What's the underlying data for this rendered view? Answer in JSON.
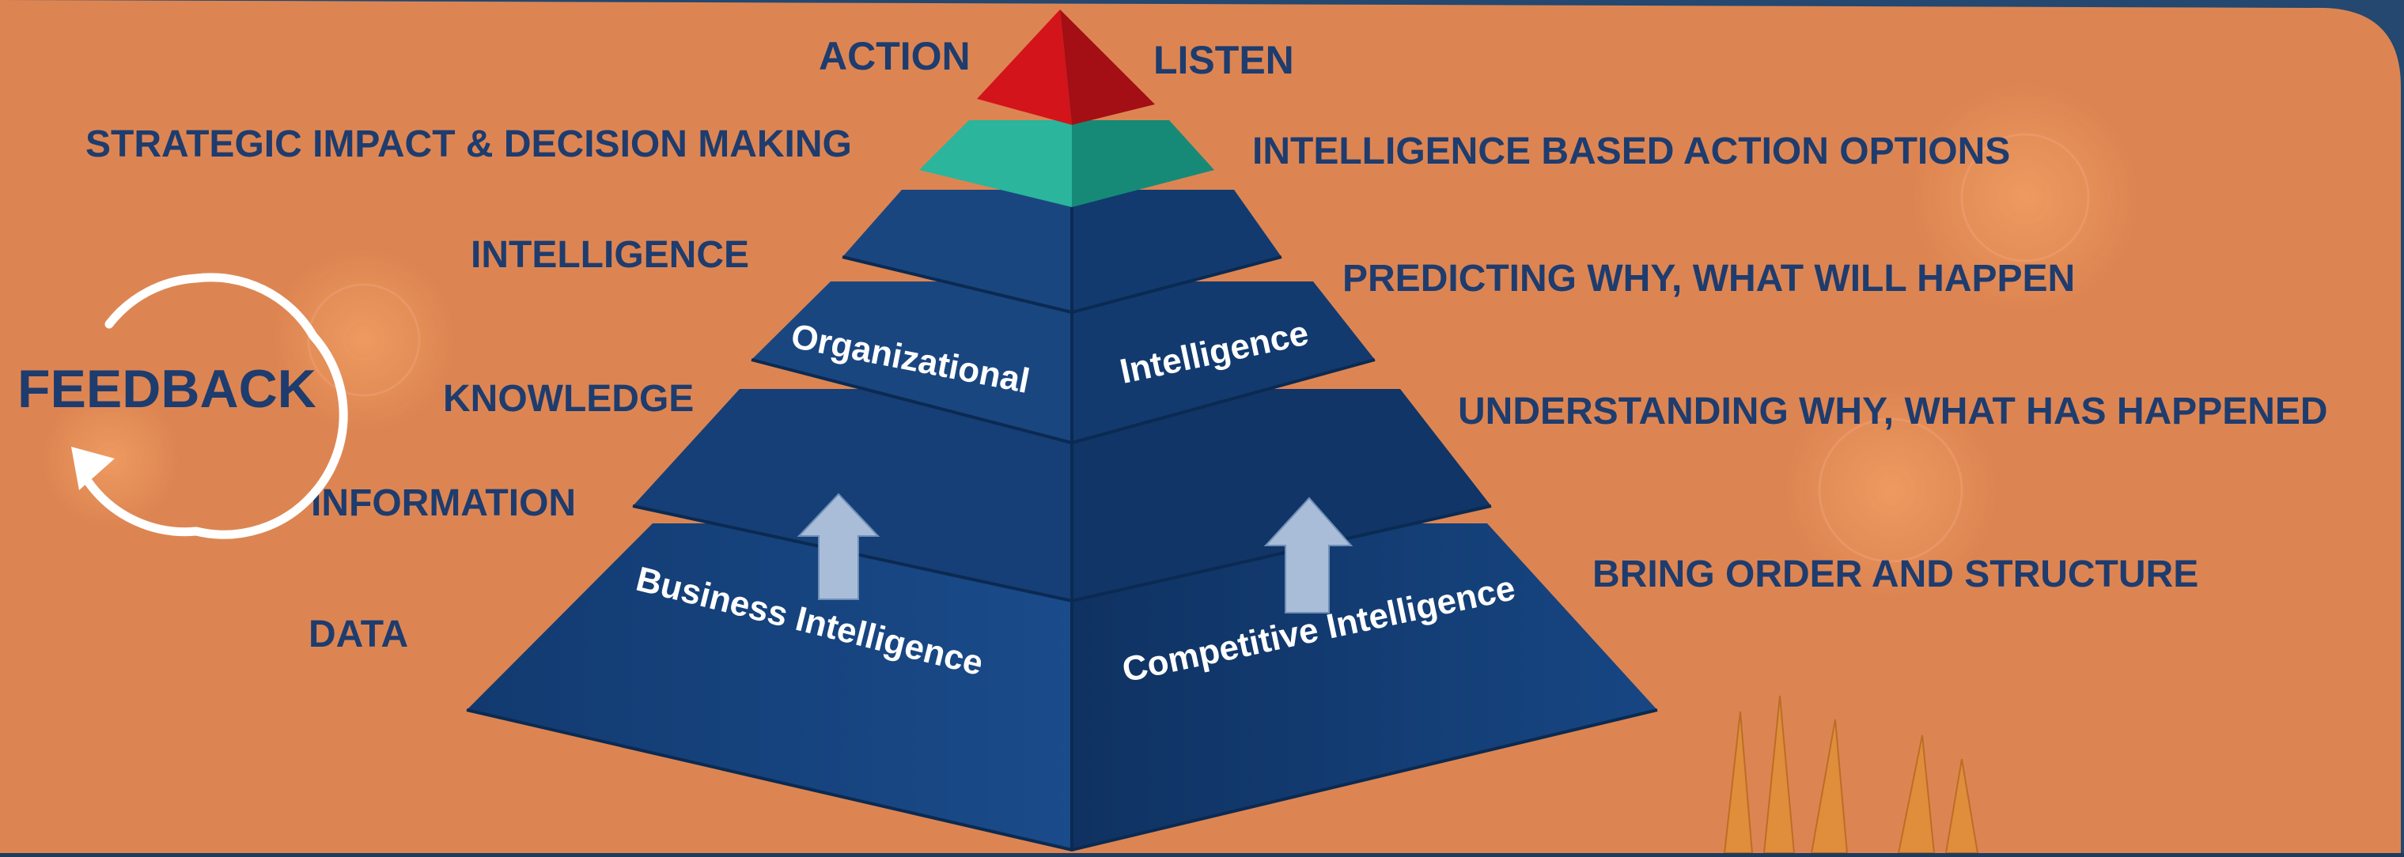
{
  "colors": {
    "banner_orange": "#dd8552",
    "backdrop_blue": "#24486f",
    "label_navy": "#1e3c6e",
    "pyramid_navy": "#163f77",
    "pyramid_navy_dark": "#0f2f5d",
    "teal": "#20a48e",
    "red": "#c8141a",
    "arrow_blue": "#a9bdd8",
    "white": "#ffffff"
  },
  "feedback": {
    "label": "FEEDBACK",
    "icon": "refresh-cycle-icon"
  },
  "top_labels": {
    "left": "ACTION",
    "right": "LISTEN"
  },
  "left_levels": [
    "STRATEGIC IMPACT & DECISION MAKING",
    "INTELLIGENCE",
    "KNOWLEDGE",
    "INFORMATION",
    "DATA"
  ],
  "right_descriptions": [
    "INTELLIGENCE BASED ACTION OPTIONS",
    "PREDICTING WHY, WHAT WILL HAPPEN",
    "UNDERSTANDING WHY, WHAT HAS HAPPENED",
    "BRING ORDER AND STRUCTURE"
  ],
  "pyramid_labels": {
    "organizational": "Organizational",
    "intelligence": "Intelligence",
    "business": "Business Intelligence",
    "competitive": "Competitive Intelligence"
  }
}
